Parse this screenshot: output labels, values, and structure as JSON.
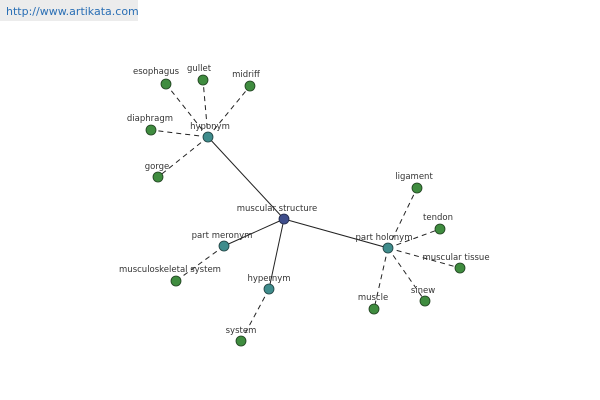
{
  "watermark": "http://www.artikata.com",
  "center": {
    "label": "muscular structure",
    "color": "#3f4e8c"
  },
  "colors": {
    "relation": "#3f8c8c",
    "leaf": "#3f8c3f",
    "edge": "#222222"
  },
  "relations": {
    "hyponym": "hyponym",
    "part_meronym": "part meronym",
    "hypernym": "hypernym",
    "part_holonym": "part holonym"
  },
  "leaves": {
    "esophagus": "esophagus",
    "gullet": "gullet",
    "midriff": "midriff",
    "diaphragm": "diaphragm",
    "gorge": "gorge",
    "musculoskeletal_system": "musculoskeletal system",
    "system": "system",
    "ligament": "ligament",
    "tendon": "tendon",
    "muscular_tissue": "muscular tissue",
    "muscle": "muscle",
    "sinew": "sinew"
  }
}
